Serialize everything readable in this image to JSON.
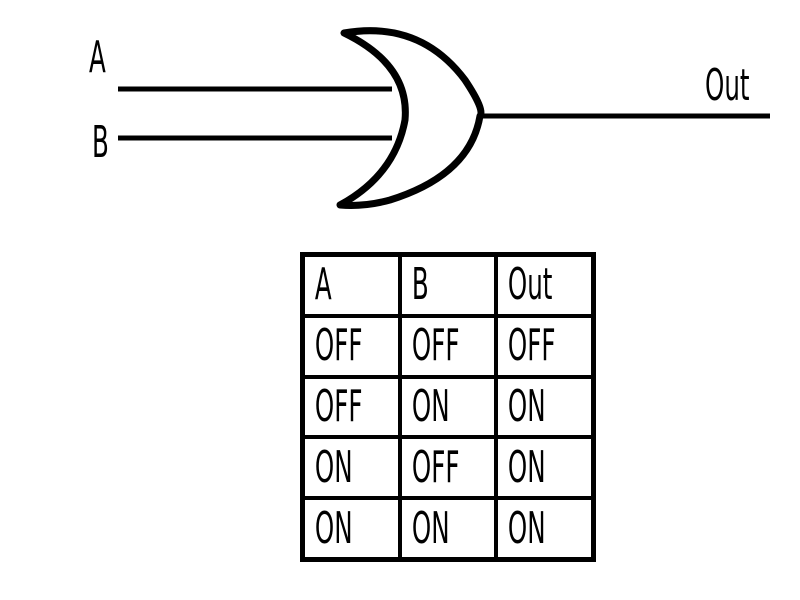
{
  "gate": {
    "input_a_label": "A",
    "input_b_label": "B",
    "output_label": "Out",
    "stroke_color": "#000000"
  },
  "truth_table": {
    "headers": [
      "A",
      "B",
      "Out"
    ],
    "rows": [
      [
        "OFF",
        "OFF",
        "OFF"
      ],
      [
        "OFF",
        "ON",
        "ON"
      ],
      [
        "ON",
        "OFF",
        "ON"
      ],
      [
        "ON",
        "ON",
        "ON"
      ]
    ]
  }
}
